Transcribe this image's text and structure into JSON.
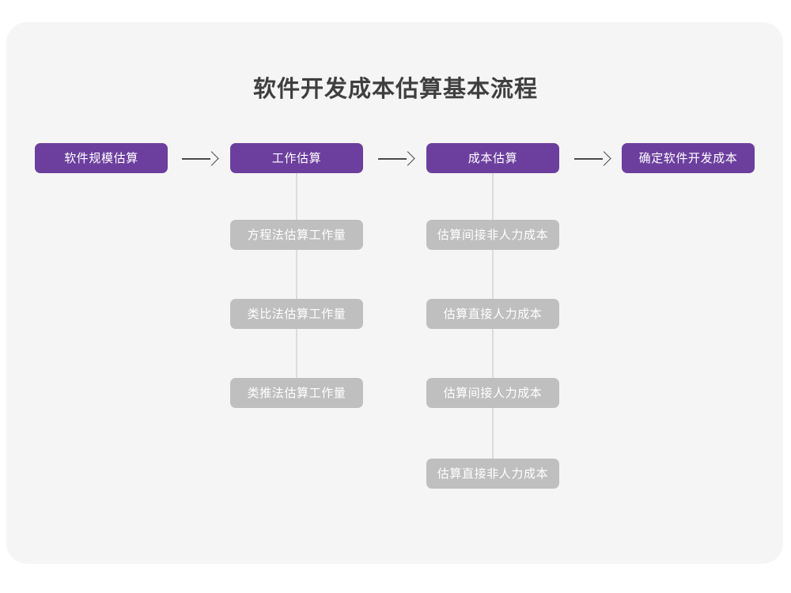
{
  "page": {
    "title": "软件开发成本估算基本流程",
    "background_color": "#ffffff",
    "card_color": "#f5f5f5"
  },
  "colors": {
    "primary": "#6c3f9e",
    "secondary": "#bfbfbf",
    "arrow": "#4a4a4a",
    "connector": "#dcdcdc",
    "title_text": "#3f3f3f",
    "node_text": "#ffffff"
  },
  "chart_data": {
    "type": "diagram",
    "title": "软件开发成本估算基本流程",
    "stages": [
      {
        "id": "stage-1",
        "label": "软件规模估算",
        "level": "primary",
        "substeps": []
      },
      {
        "id": "stage-2",
        "label": "工作估算",
        "level": "primary",
        "substeps": [
          "方程法估算工作量",
          "类比法估算工作量",
          "类推法估算工作量"
        ]
      },
      {
        "id": "stage-3",
        "label": "成本估算",
        "level": "primary",
        "substeps": [
          "估算间接非人力成本",
          "估算直接人力成本",
          "估算间接人力成本",
          "估算直接非人力成本"
        ]
      },
      {
        "id": "stage-4",
        "label": "确定软件开发成本",
        "level": "primary",
        "substeps": []
      }
    ],
    "connectors": [
      {
        "from": "stage-1",
        "to": "stage-2",
        "style": "arrow-right"
      },
      {
        "from": "stage-2",
        "to": "stage-3",
        "style": "arrow-right"
      },
      {
        "from": "stage-3",
        "to": "stage-4",
        "style": "arrow-right"
      }
    ],
    "arrow_glyph": "→"
  },
  "flow": {
    "stage1": {
      "label": "软件规模估算"
    },
    "stage2": {
      "label": "工作估算",
      "sub": [
        {
          "label": "方程法估算工作量"
        },
        {
          "label": "类比法估算工作量"
        },
        {
          "label": "类推法估算工作量"
        }
      ]
    },
    "stage3": {
      "label": "成本估算",
      "sub": [
        {
          "label": "估算间接非人力成本"
        },
        {
          "label": "估算直接人力成本"
        },
        {
          "label": "估算间接人力成本"
        },
        {
          "label": "估算直接非人力成本"
        }
      ]
    },
    "stage4": {
      "label": "确定软件开发成本"
    }
  }
}
